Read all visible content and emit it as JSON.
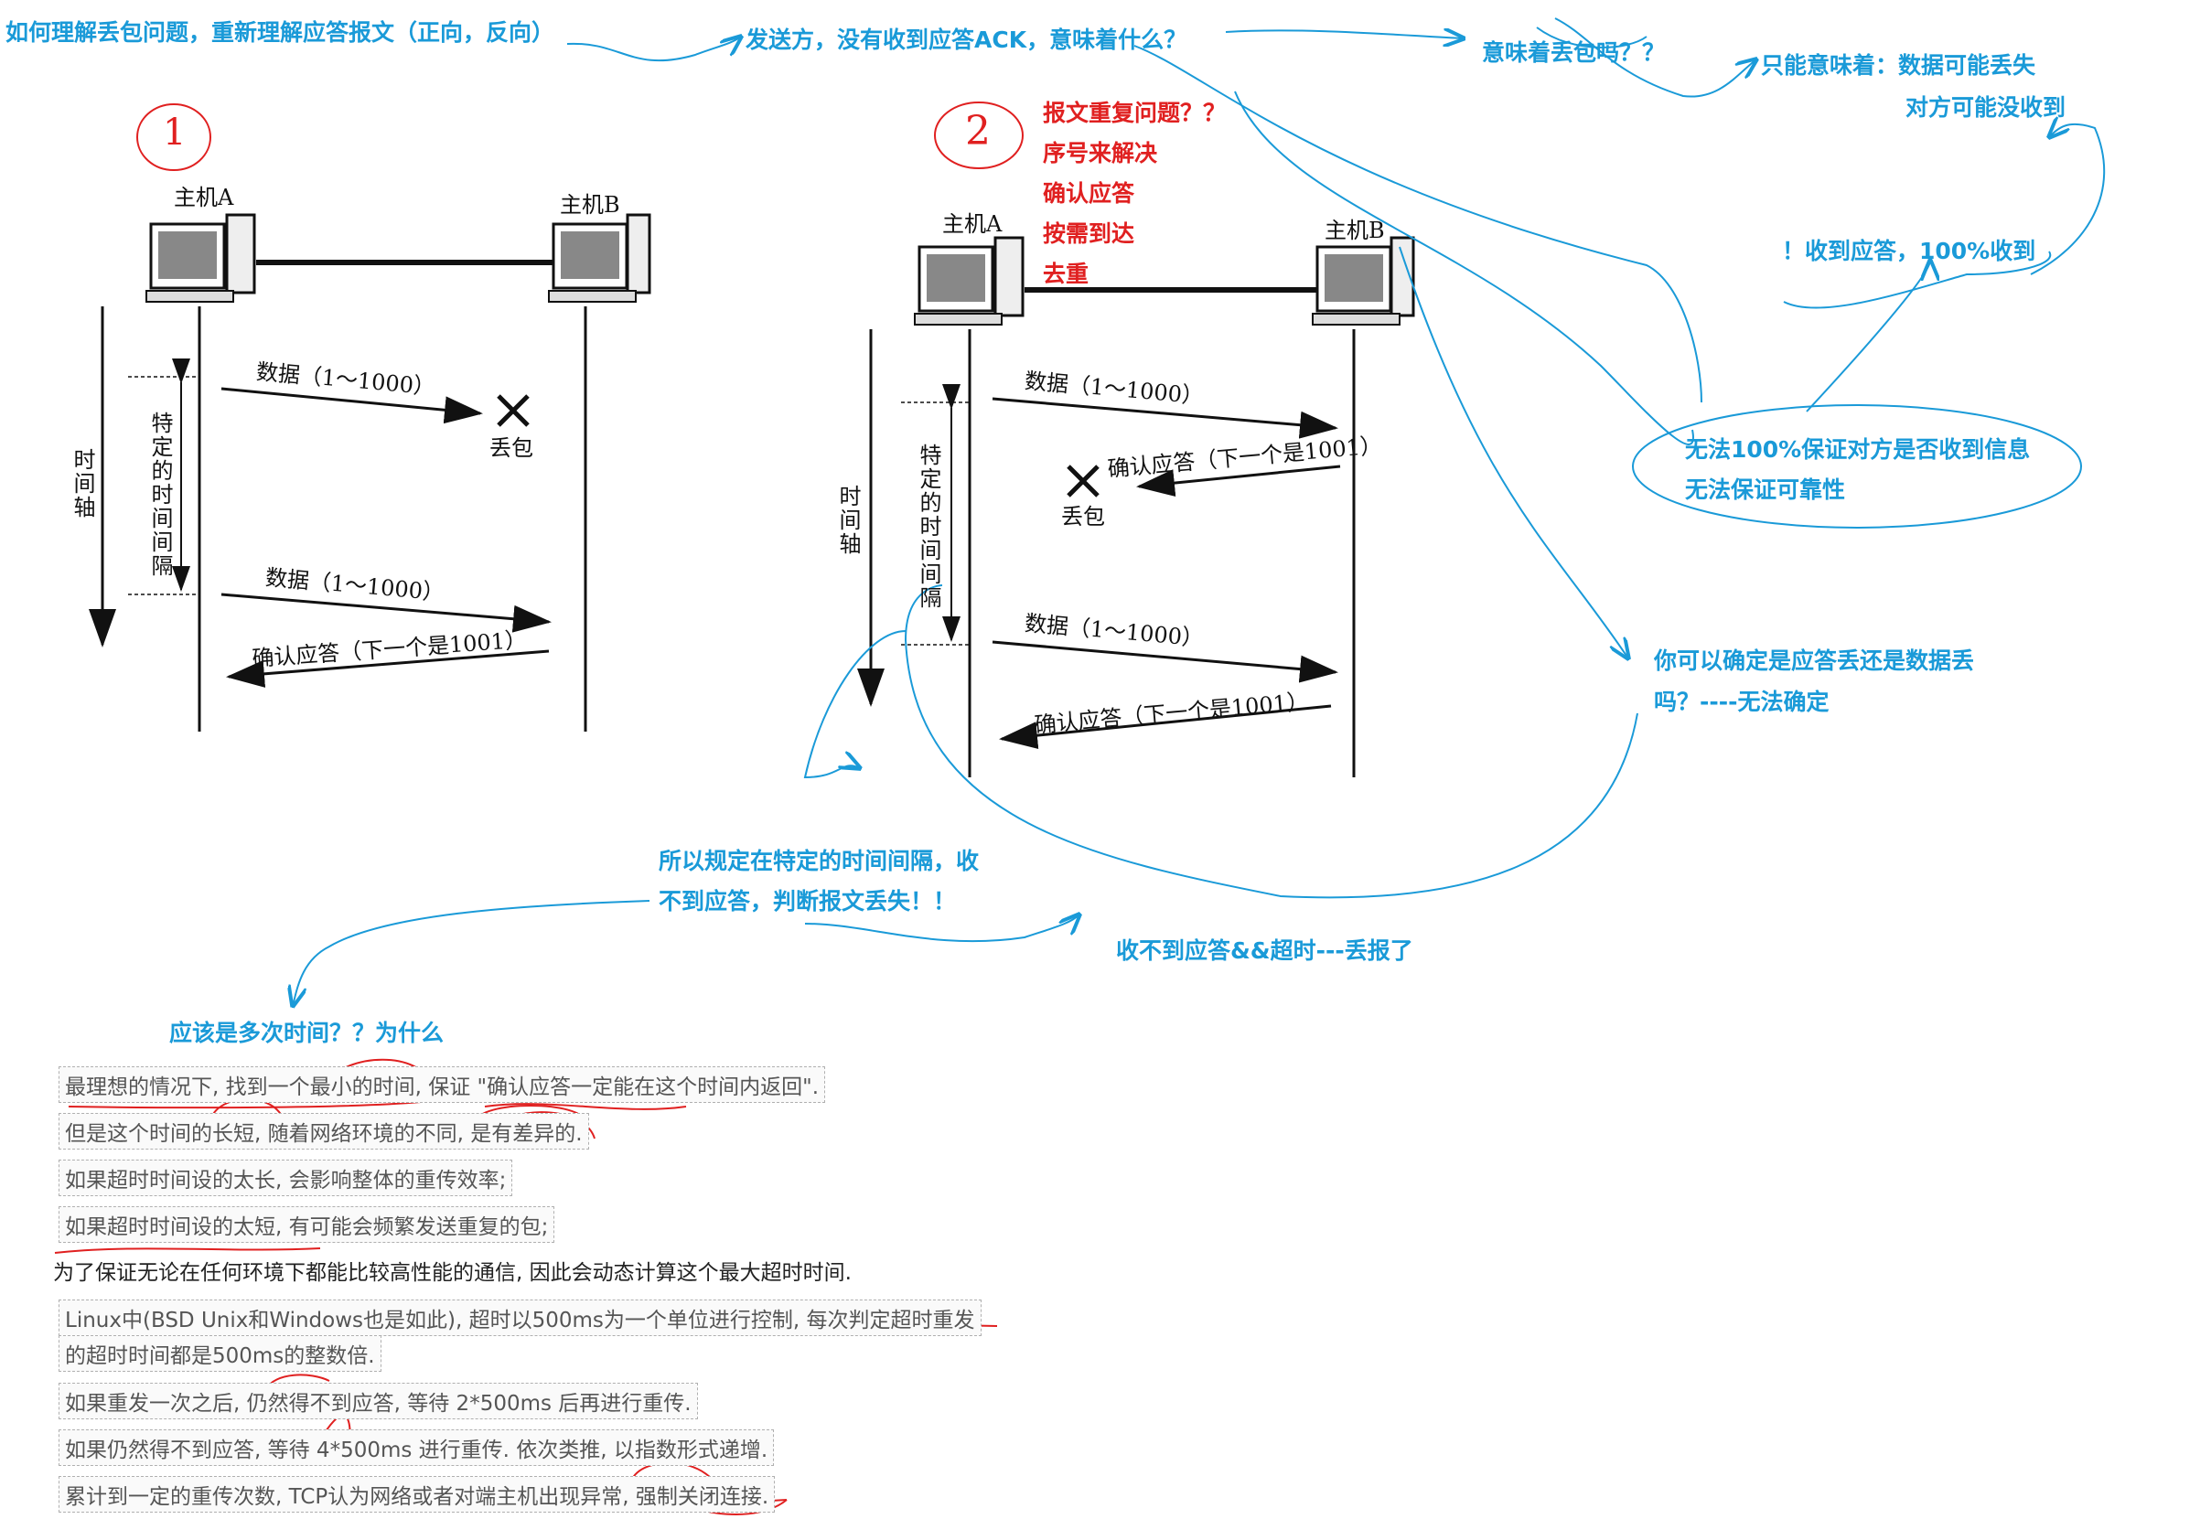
{
  "annotations": {
    "top_question": "如何理解丢包问题，重新理解应答报文（正向，反向）",
    "sender_question": "发送方，没有收到应答ACK，意味着什么？",
    "means_loss": "意味着丢包吗？？",
    "only_means_1": "只能意味着：数据可能丢失",
    "only_means_2": "对方可能没收到",
    "received_ack": "！收到应答，100%收到",
    "cannot_guarantee_1": "无法100%保证对方是否收到信息",
    "cannot_guarantee_2": "无法保证可靠性",
    "can_you_determine_1": "你可以确定是应答丢还是数据丢",
    "can_you_determine_2": "吗？----无法确定",
    "timeout_rule_1": "所以规定在特定的时间间隔，收",
    "timeout_rule_2": "不到应答，判断报文丢失！！",
    "timeout_summary": "收不到应答&&超时---丢报了",
    "how_long": "应该是多次时间？？为什么",
    "circle_1": "1",
    "circle_2": "2",
    "red_notes": [
      "报文重复问题？？",
      "序号来解决",
      "确认应答",
      "按需到达",
      "去重"
    ]
  },
  "diagram1": {
    "host_a": "主机A",
    "host_b": "主机B",
    "time_axis": "时间轴",
    "interval": "特定的时间间隔",
    "data_1": "数据（1～1000）",
    "lost": "丢包",
    "data_2": "数据（1～1000）",
    "ack": "确认应答（下一个是1001）"
  },
  "diagram2": {
    "host_a": "主机A",
    "host_b": "主机B",
    "time_axis": "时间轴",
    "interval": "特定的时间间隔",
    "data_1": "数据（1～1000）",
    "ack_lost": "确认应答（下一个是1001）",
    "lost": "丢包",
    "data_2": "数据（1～1000）",
    "ack": "确认应答（下一个是1001）"
  },
  "text_lines": [
    "最理想的情况下, 找到一个最小的时间, 保证 \"确认应答一定能在这个时间内返回\".",
    "但是这个时间的长短, 随着网络环境的不同, 是有差异的.",
    "如果超时时间设的太长, 会影响整体的重传效率;",
    "如果超时时间设的太短, 有可能会频繁发送重复的包;",
    "为了保证无论在任何环境下都能比较高性能的通信, 因此会动态计算这个最大超时时间.",
    "Linux中(BSD Unix和Windows也是如此), 超时以500ms为一个单位进行控制, 每次判定超时重发",
    "的超时时间都是500ms的整数倍.",
    "如果重发一次之后, 仍然得不到应答, 等待 2*500ms 后再进行重传.",
    "如果仍然得不到应答, 等待 4*500ms 进行重传. 依次类推, 以指数形式递增.",
    "累计到一定的重传次数, TCP认为网络或者对端主机出现异常, 强制关闭连接."
  ]
}
